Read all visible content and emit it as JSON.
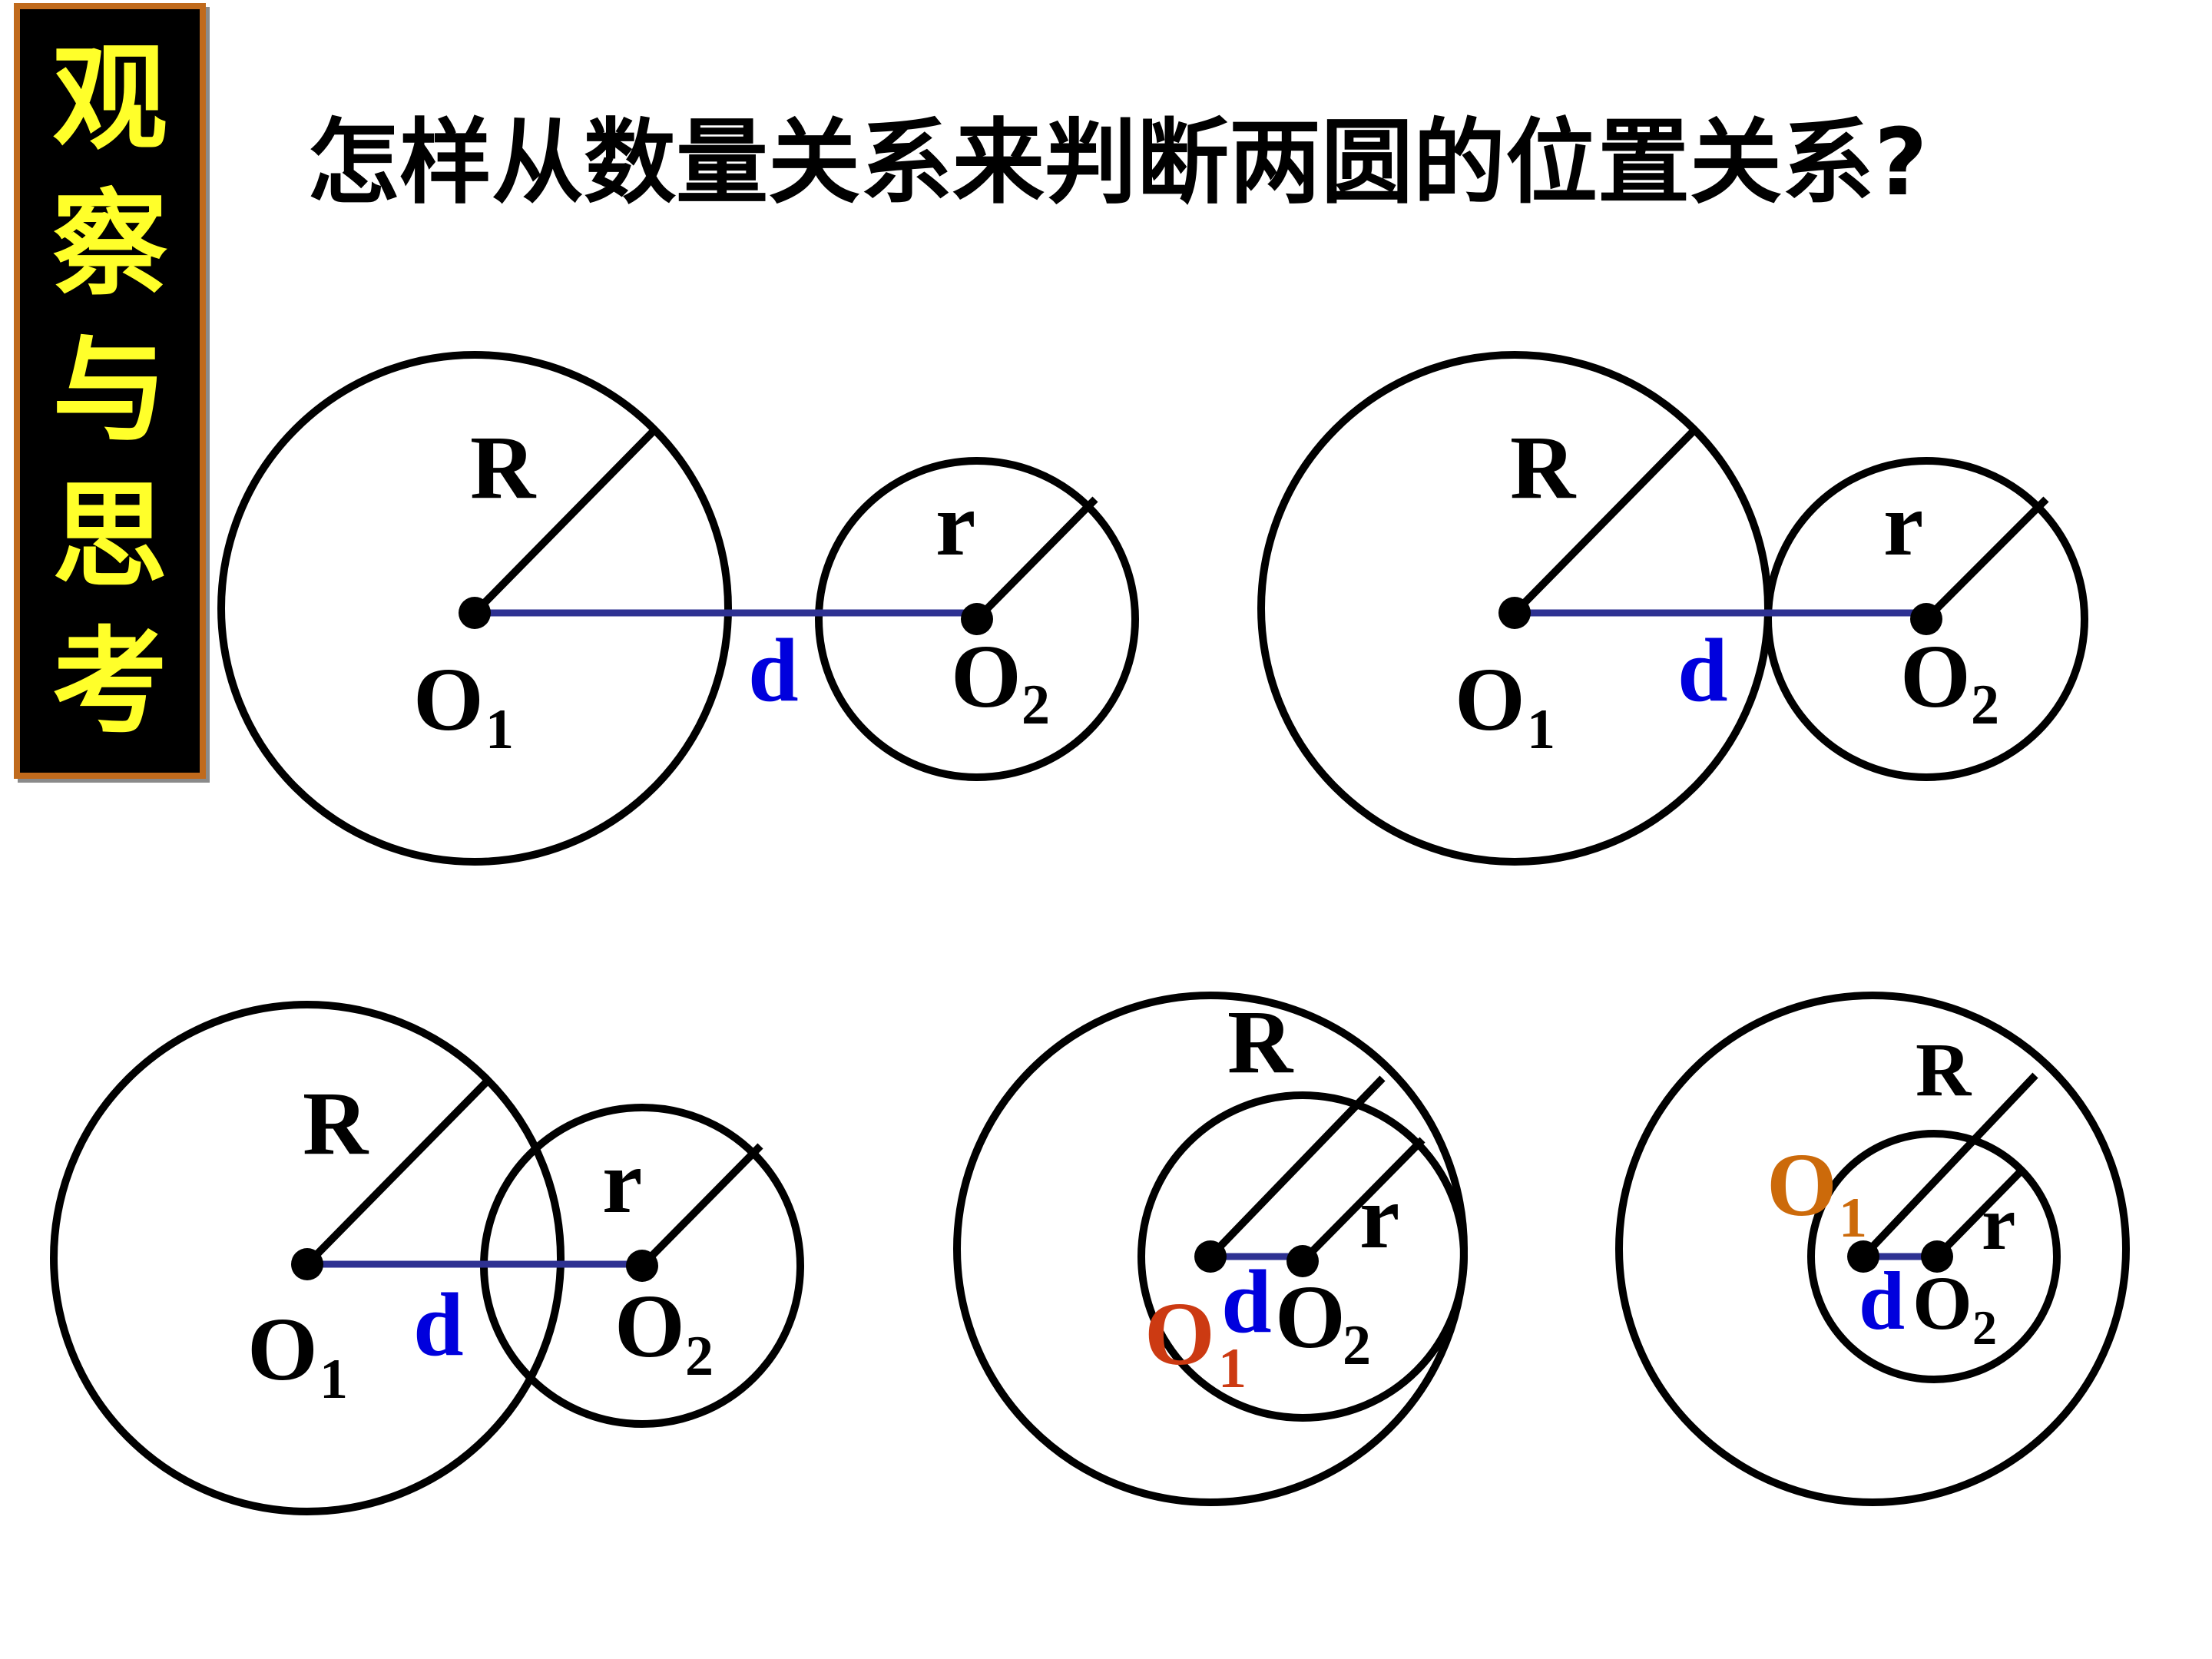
{
  "side_banner": {
    "chars": [
      "观",
      "察",
      "与",
      "思",
      "考"
    ]
  },
  "title": "怎样从数量关系来判断两圆的位置关系?",
  "colors": {
    "banner_bg": "#000000",
    "banner_text": "#ffff2a",
    "banner_border": "#c06a1c",
    "circle": "#000000",
    "segment": "#2e3192",
    "d_label": "#0000dd",
    "o1_label_red": "#cc3a12",
    "o1_label_orange": "#cc6a0a"
  },
  "labels": {
    "big_radius": "R",
    "small_radius": "r",
    "distance": "d",
    "center1": "O",
    "center1_sub": "1",
    "center2": "O",
    "center2_sub": "2"
  }
}
